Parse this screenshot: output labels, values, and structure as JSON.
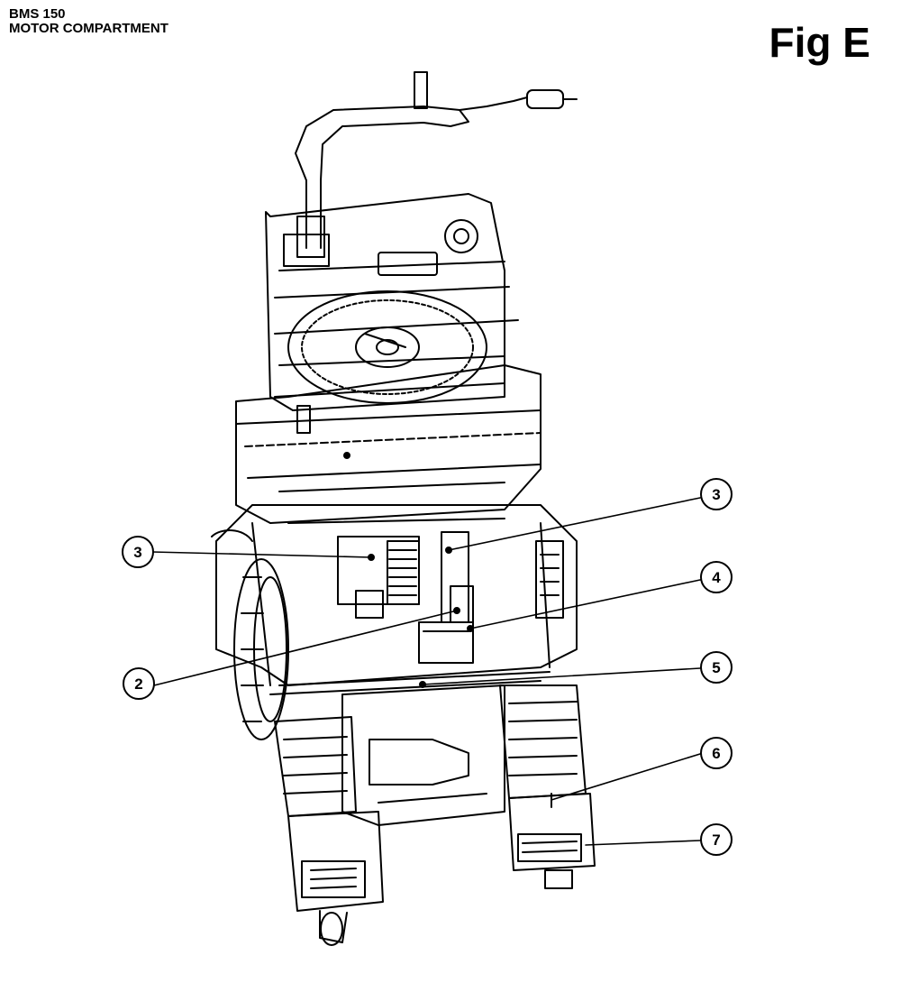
{
  "header": {
    "model": "BMS 150",
    "section": "MOTOR COMPARTMENT",
    "figure_label": "Fig E"
  },
  "callouts": [
    {
      "id": "c3a",
      "number": "3"
    },
    {
      "id": "c3b",
      "number": "3"
    },
    {
      "id": "c4",
      "number": "4"
    },
    {
      "id": "c2",
      "number": "2"
    },
    {
      "id": "c5",
      "number": "5"
    },
    {
      "id": "c6",
      "number": "6"
    },
    {
      "id": "c7",
      "number": "7"
    }
  ]
}
